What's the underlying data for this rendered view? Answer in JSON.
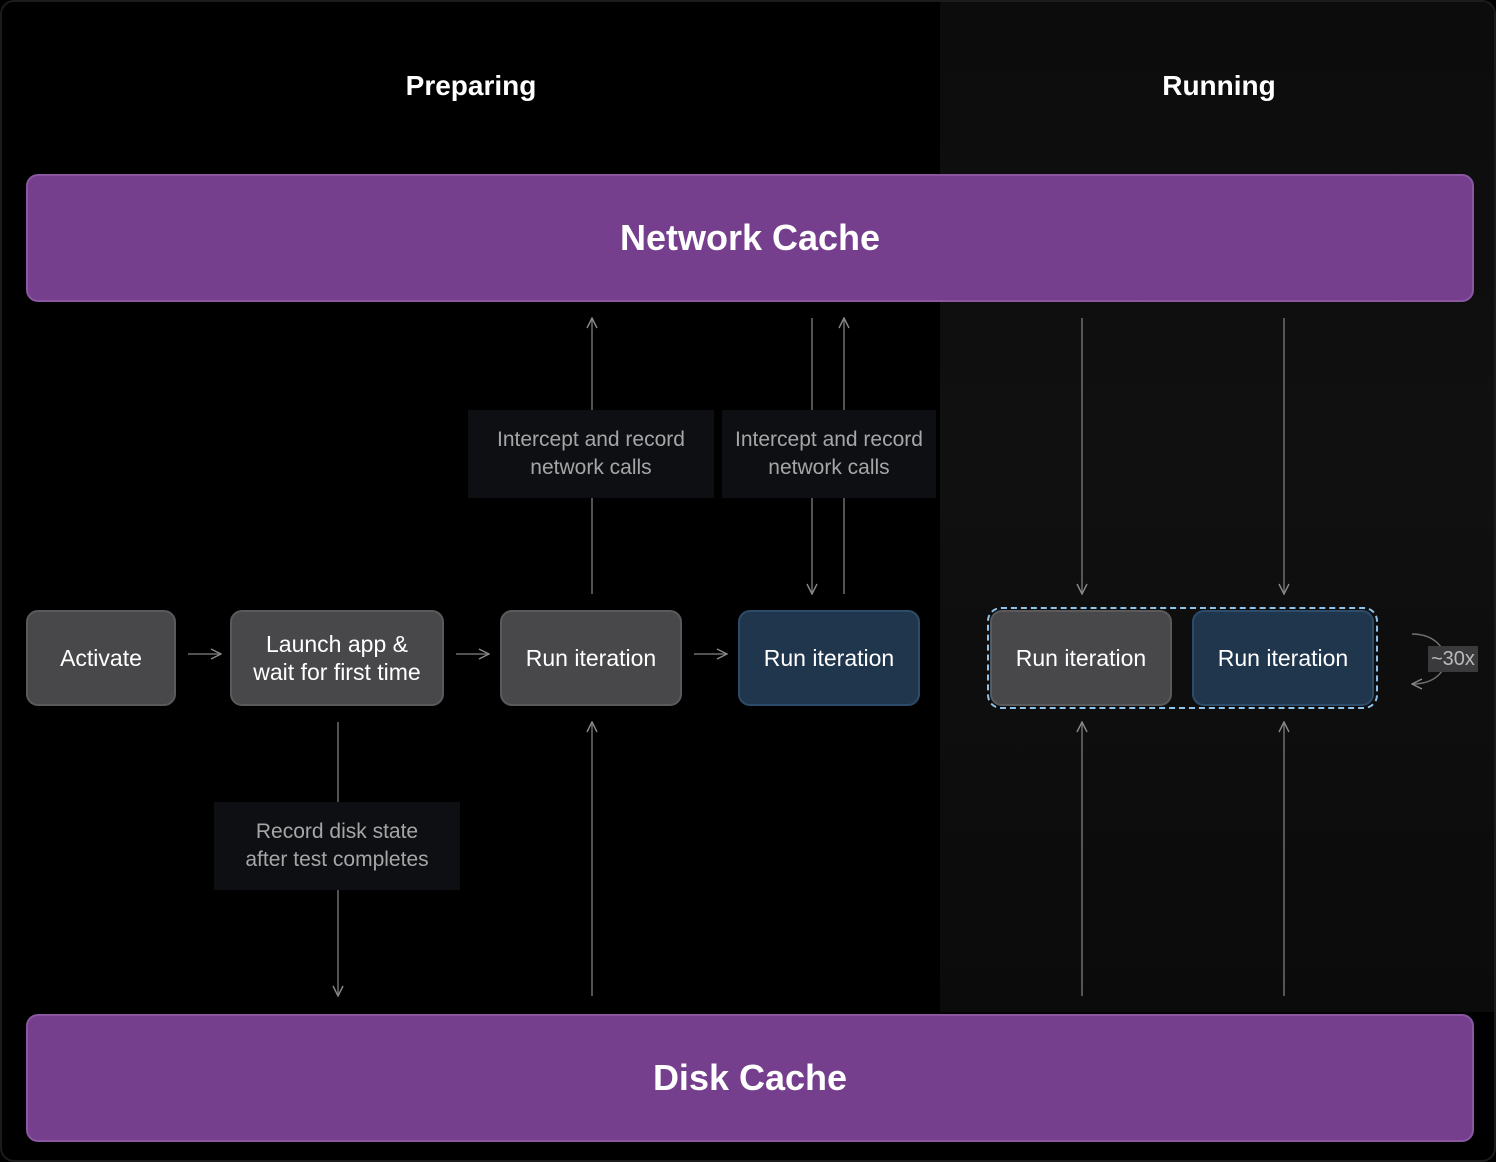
{
  "phases": {
    "preparing": "Preparing",
    "running": "Running"
  },
  "caches": {
    "network": "Network Cache",
    "disk": "Disk Cache"
  },
  "nodes": {
    "activate": "Activate",
    "launch": "Launch app &\nwait for first time",
    "run1": "Run iteration",
    "run2": "Run iteration",
    "run3": "Run iteration",
    "run4": "Run iteration"
  },
  "labels": {
    "intercept1": "Intercept and record\nnetwork calls",
    "intercept2": "Intercept and record\nnetwork calls",
    "record_disk": "Record disk state\nafter test completes"
  },
  "repeat": "~30x",
  "colors": {
    "cache": "#763f8e",
    "node_gray": "#48484a",
    "node_blue": "#1f364d",
    "loop_border": "#8fc3ea"
  }
}
